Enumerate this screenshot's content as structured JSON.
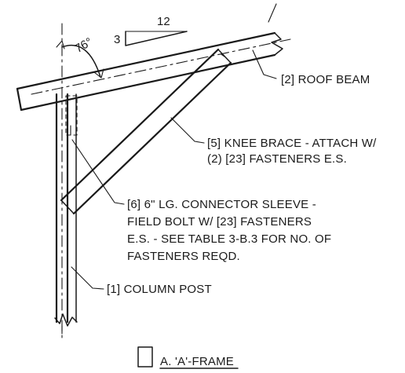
{
  "slope": {
    "rise": "3",
    "run": "12"
  },
  "angle_label": "76°",
  "callouts": {
    "roof_beam": "[2] ROOF BEAM",
    "knee_brace": [
      "[5] KNEE BRACE - ATTACH W/",
      "(2) [23] FASTENERS E.S."
    ],
    "connector_sleeve": [
      "[6] 6\" LG. CONNECTOR SLEEVE -",
      "FIELD BOLT  W/ [23] FASTENERS",
      "E.S. - SEE TABLE 3-B.3 FOR NO. OF",
      "FASTENERS REQD."
    ],
    "column_post": "[1] COLUMN POST"
  },
  "title": "A. 'A'-FRAME"
}
